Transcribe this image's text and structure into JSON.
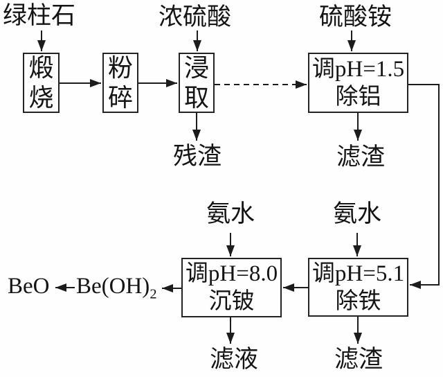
{
  "flowchart": {
    "reagents": {
      "beryl": "绿柱石",
      "concentrated_sulfuric_acid": "浓硫酸",
      "ammonium_sulfate": "硫酸铵",
      "ammonia_left": "氨水",
      "ammonia_right": "氨水"
    },
    "steps": {
      "calcine": "煅烧",
      "crush": "粉碎",
      "leach": "浸取",
      "remove_al": {
        "line1": "调pH=1.5",
        "line2": "除铝"
      },
      "precip_be": {
        "line1": "调pH=8.0",
        "line2": "沉铍"
      },
      "remove_fe": {
        "line1": "调pH=5.1",
        "line2": "除铁"
      }
    },
    "outputs": {
      "residue": "残渣",
      "filter_residue_top": "滤渣",
      "filtrate": "滤液",
      "filter_residue_bottom": "滤渣"
    },
    "products": {
      "beo": "BeO",
      "beoh_base": "Be(OH)",
      "beoh_sub": "2"
    },
    "edges": [
      {
        "from": "绿柱石",
        "to": "煅烧",
        "style": "solid"
      },
      {
        "from": "煅烧",
        "to": "粉碎",
        "style": "solid"
      },
      {
        "from": "粉碎",
        "to": "浸取",
        "style": "solid"
      },
      {
        "from": "浓硫酸",
        "to": "浸取",
        "style": "solid"
      },
      {
        "from": "浸取",
        "to": "调pH=1.5 除铝",
        "style": "dashed"
      },
      {
        "from": "浸取",
        "to": "残渣",
        "style": "solid"
      },
      {
        "from": "硫酸铵",
        "to": "调pH=1.5 除铝",
        "style": "solid"
      },
      {
        "from": "调pH=1.5 除铝",
        "to": "滤渣",
        "style": "solid"
      },
      {
        "from": "调pH=1.5 除铝",
        "to": "调pH=5.1 除铁",
        "style": "solid"
      },
      {
        "from": "氨水",
        "to": "调pH=5.1 除铁",
        "style": "solid"
      },
      {
        "from": "调pH=5.1 除铁",
        "to": "滤渣",
        "style": "solid"
      },
      {
        "from": "调pH=5.1 除铁",
        "to": "调pH=8.0 沉铍",
        "style": "solid"
      },
      {
        "from": "氨水",
        "to": "调pH=8.0 沉铍",
        "style": "solid"
      },
      {
        "from": "调pH=8.0 沉铍",
        "to": "滤液",
        "style": "solid"
      },
      {
        "from": "调pH=8.0 沉铍",
        "to": "Be(OH)2",
        "style": "solid"
      },
      {
        "from": "Be(OH)2",
        "to": "BeO",
        "style": "solid"
      }
    ]
  }
}
